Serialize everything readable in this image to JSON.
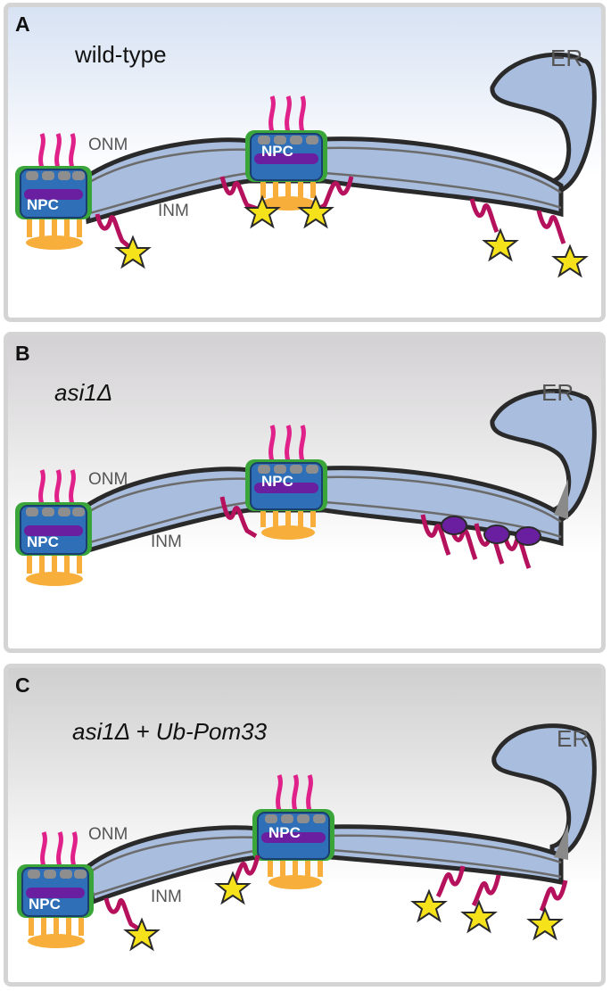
{
  "labels": {
    "onm": "ONM",
    "inm": "INM",
    "er": "ER",
    "npc": "NPC"
  },
  "panels": [
    {
      "letter": "A",
      "title": "wild-type",
      "title_italic": false,
      "background": [
        "#d7e2f3",
        "#ffffff"
      ]
    },
    {
      "letter": "B",
      "title": "asi1Δ",
      "title_italic": true,
      "background": [
        "#d3d1d3",
        "#ffffff"
      ]
    },
    {
      "letter": "C",
      "title": "asi1Δ + Ub-Pom33",
      "title_italic": true,
      "background": [
        "#cfcfcf",
        "#ffffff"
      ]
    }
  ],
  "colors": {
    "membrane_fill": "#a9bedf",
    "membrane_stroke": "#2a2a2a",
    "npc_blue": "#2e6fb8",
    "npc_purple": "#6a1fa0",
    "npc_grey": "#8e8e8e",
    "npc_green": "#3aa63a",
    "basket_orange": "#f7ae3a",
    "fg_repeats_magenta": "#e0218a",
    "protein_crimson": "#b5115c",
    "ubiquitin_yellow": "#f5e21a",
    "aggregate_purple": "#6a1fa0"
  }
}
